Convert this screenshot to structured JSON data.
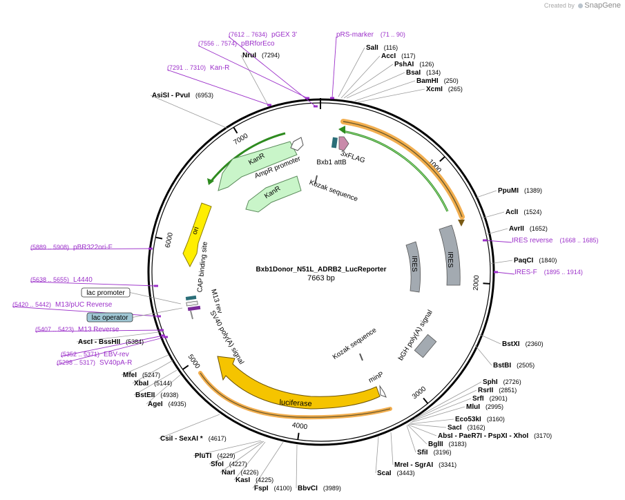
{
  "watermark": {
    "prefix": "Created by",
    "brand": "SnapGene"
  },
  "plasmid": {
    "name": "Bxb1Donor_N51L_ADRB2_LucReporter",
    "length": "7663 bp",
    "total_bp": 7663
  },
  "ticks": [
    {
      "label": "1000",
      "bp": 1000
    },
    {
      "label": "2000",
      "bp": 2000
    },
    {
      "label": "3000",
      "bp": 3000
    },
    {
      "label": "4000",
      "bp": 4000
    },
    {
      "label": "5000",
      "bp": 5000
    },
    {
      "label": "6000",
      "bp": 6000
    },
    {
      "label": "7000",
      "bp": 7000
    }
  ],
  "sites": [
    {
      "name": "SalI",
      "pos": "(116)"
    },
    {
      "name": "AccI",
      "pos": "(117)"
    },
    {
      "name": "PshAI",
      "pos": "(126)"
    },
    {
      "name": "BsaI",
      "pos": "(134)"
    },
    {
      "name": "BamHI",
      "pos": "(250)"
    },
    {
      "name": "XcmI",
      "pos": "(265)"
    },
    {
      "name": "PpuMI",
      "pos": "(1389)"
    },
    {
      "name": "AclI",
      "pos": "(1524)"
    },
    {
      "name": "AvrII",
      "pos": "(1652)"
    },
    {
      "name": "PaqCI",
      "pos": "(1840)"
    },
    {
      "name": "BstXI",
      "pos": "(2360)"
    },
    {
      "name": "BstBI",
      "pos": "(2505)"
    },
    {
      "name": "SphI",
      "pos": "(2726)"
    },
    {
      "name": "RsrII",
      "pos": "(2851)"
    },
    {
      "name": "SrfI",
      "pos": "(2901)"
    },
    {
      "name": "MluI",
      "pos": "(2995)"
    },
    {
      "name": "Eco53kI",
      "pos": "(3160)"
    },
    {
      "name": "SacI",
      "pos": "(3162)"
    },
    {
      "name": "AbsI - PaeR7I - PspXI - XhoI",
      "pos": "(3170)"
    },
    {
      "name": "BglII",
      "pos": "(3183)"
    },
    {
      "name": "SfiI",
      "pos": "(3196)"
    },
    {
      "name": "MreI - SgrAI",
      "pos": "(3341)"
    },
    {
      "name": "ScaI",
      "pos": "(3443)"
    },
    {
      "name": "BbvCI",
      "pos": "(3989)"
    },
    {
      "name": "FspI",
      "pos": "(4100)"
    },
    {
      "name": "KasI",
      "pos": "(4225)"
    },
    {
      "name": "NarI",
      "pos": "(4226)"
    },
    {
      "name": "SfoI",
      "pos": "(4227)"
    },
    {
      "name": "PluTI",
      "pos": "(4229)"
    },
    {
      "name": "CsiI - SexAI *",
      "pos": "(4617)"
    },
    {
      "name": "AgeI",
      "pos": "(4935)"
    },
    {
      "name": "BstEII",
      "pos": "(4938)"
    },
    {
      "name": "XbaI",
      "pos": "(5144)"
    },
    {
      "name": "MfeI",
      "pos": "(5247)"
    },
    {
      "name": "AscI - BssHII",
      "pos": "(5384)"
    },
    {
      "name": "AsiSI - PvuI",
      "pos": "(6953)"
    },
    {
      "name": "NruI",
      "pos": "(7294)"
    }
  ],
  "primers": [
    {
      "name": "pRS-marker",
      "pos": "(71 .. 90)"
    },
    {
      "name": "pGEX 3'",
      "pos": "(7612 .. 7634)"
    },
    {
      "name": "pBRforEco",
      "pos": "(7556 .. 7574)"
    },
    {
      "name": "Kan-R",
      "pos": "(7291 .. 7310)"
    },
    {
      "name": "IRES reverse",
      "pos": "(1668 .. 1685)"
    },
    {
      "name": "IRES-F",
      "pos": "(1895 .. 1914)"
    },
    {
      "name": "pBR322ori-F",
      "pos": "(5889 .. 5908)"
    },
    {
      "name": "L4440",
      "pos": "(5638 .. 5655)"
    },
    {
      "name": "M13/pUC Reverse",
      "pos": "(5420 .. 5442)"
    },
    {
      "name": "M13 Reverse",
      "pos": "(5407 .. 5423)"
    },
    {
      "name": "EBV-rev",
      "pos": "(5352 .. 5371)"
    },
    {
      "name": "SV40pA-R",
      "pos": "(5298 .. 5317)"
    }
  ],
  "boxed_features": [
    {
      "name": "lac promoter",
      "color": "#ffffff"
    },
    {
      "name": "lac operator",
      "color": "#9fc7d4"
    }
  ],
  "features": {
    "kanr_outer": "KanR",
    "kanr_inner": "KanR",
    "ampr_promoter": "AmpR promoter",
    "ori": "ori",
    "cap_site": "CAP binding site",
    "m13_rev": "M13 rev",
    "sv40_polya": "SV40 poly(A) signal",
    "luciferase": "luciferase",
    "minp": "minP",
    "kozak_bottom": "Kozak sequence",
    "bgh_polya": "bGH poly(A) signal",
    "ires_outer": "IRES",
    "ires_inner": "IRES",
    "kozak_top": "Kozak sequence",
    "bxb1": "Bxb1 attB",
    "flag": "3xFLAG"
  },
  "colors": {
    "primer": "#9b2fc9",
    "kanr": "#c9f5c9",
    "ori": "#ffee00",
    "luciferase": "#f5c400",
    "ires": "#a3aab1",
    "orange_outline": "#f0a030",
    "green_line": "#2e8b1f"
  }
}
